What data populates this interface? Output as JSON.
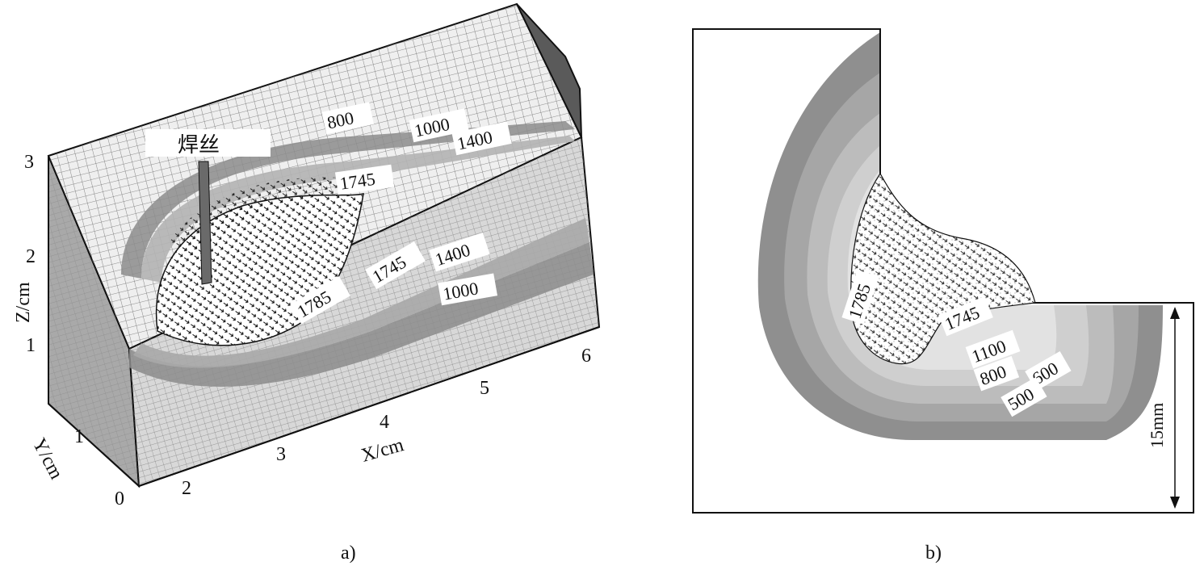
{
  "panel_a": {
    "caption": "a)",
    "wire_label": "焊丝",
    "axes": {
      "x_label": "X/cm",
      "y_label": "Y/cm",
      "z_label": "Z/cm",
      "x_ticks": [
        "2",
        "3",
        "4",
        "5",
        "6"
      ],
      "y_ticks": [
        "0",
        "1"
      ],
      "z_ticks": [
        "1",
        "2",
        "3"
      ]
    },
    "top_contours": [
      "800",
      "1000",
      "1400",
      "1745"
    ],
    "side_contours": [
      "1785",
      "1745",
      "1400",
      "1000"
    ]
  },
  "panel_b": {
    "caption": "b)",
    "contours": [
      "1785",
      "1745",
      "1100",
      "800",
      "600",
      "500"
    ],
    "dimension_label": "15mm"
  },
  "colors": {
    "outer_band": "#8f8f8f",
    "band_2": "#a6a6a6",
    "band_3": "#bcbcbc",
    "band_4": "#cfcfcf",
    "inner": "#e2e2e2",
    "mesh": "#555555",
    "frame": "#111111"
  }
}
